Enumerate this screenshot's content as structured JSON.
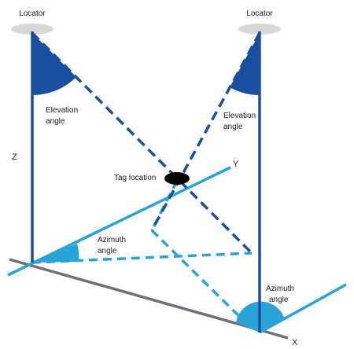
{
  "diagram": {
    "locator_left_label": "Locator",
    "locator_right_label": "Locator",
    "elevation_left_line1": "Elevation",
    "elevation_left_line2": "angle",
    "elevation_right_line1": "Elevation",
    "elevation_right_line2": "angle",
    "tag_label": "Tag location",
    "azimuth_left_line1": "Azimuth",
    "azimuth_left_line2": "angle",
    "azimuth_right_line1": "Azimuth",
    "azimuth_right_line2": "angle",
    "axis_x": "X",
    "axis_y": "Y",
    "axis_z": "Z"
  },
  "colors": {
    "dark_blue": "#1a4fa0",
    "light_blue": "#2aa3d8",
    "ground_gray": "#6b6f78",
    "locator_disc": "#d8d8d8",
    "tag": "#000000"
  }
}
